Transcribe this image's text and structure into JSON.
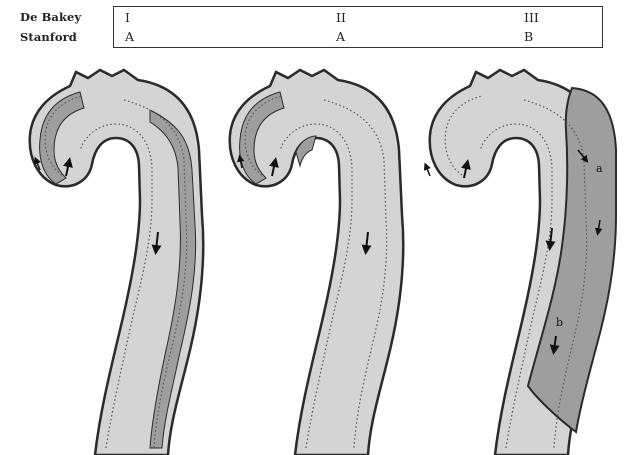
{
  "header": {
    "row_labels": {
      "debakey": "De Bakey",
      "stanford": "Stanford"
    },
    "columns": [
      {
        "debakey": "I",
        "stanford": "A"
      },
      {
        "debakey": "II",
        "stanford": "A"
      },
      {
        "debakey": "III",
        "stanford": "B"
      }
    ]
  },
  "panel3": {
    "label_a": "a",
    "label_b": "b"
  },
  "colors": {
    "lumen": "#d4d4d4",
    "false_lumen": "#9e9e9e",
    "outline": "#2b2b2b",
    "background": "#ffffff"
  }
}
